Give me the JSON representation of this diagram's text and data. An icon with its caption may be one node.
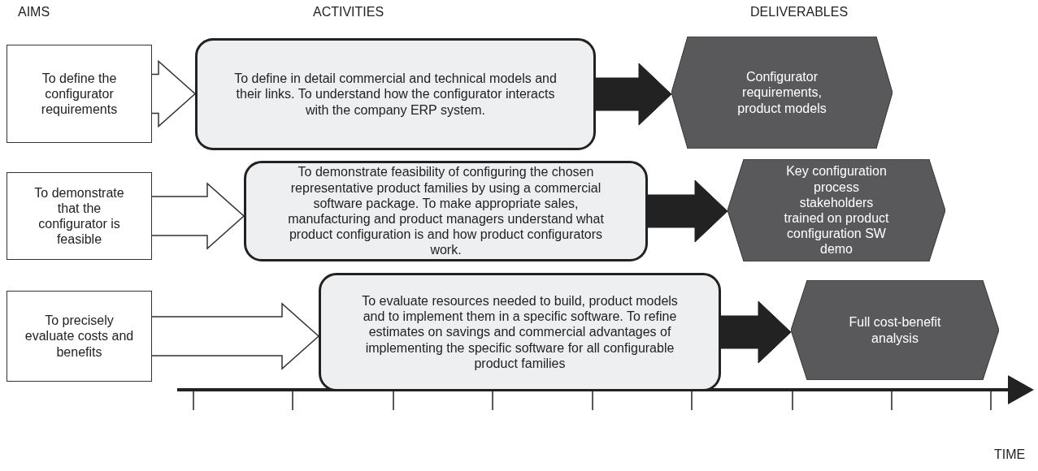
{
  "diagram": {
    "nodes": [
      {
        "text": [
          "To define the configurator requirements"
        ]
      },
      {
        "text": [
          "To demonstrate that the configurator is feasible"
        ]
      },
      {
        "text": [
          "To precisely evaluate costs and benefits"
        ]
      },
      {
        "text": [
          "To define in detail commercial and technical models and their links. To understand how the configurator interacts with the company ERP system."
        ]
      },
      {
        "text": [
          "To demonstrate feasibility of configuring the chosen representative product families by using a commercial software package. To make appropriate sales, manufacturing and product managers understand what product configuration is and how product configurators work."
        ]
      },
      {
        "text": [
          "To evaluate resources needed to build, product models and to implement them in a specific software. To refine estimates on savings and commercial advantages of implementing the specific software for all configurable product families"
        ]
      },
      {
        "text": [
          "Configurator requirements, product models"
        ]
      },
      {
        "text": [
          "Key configuration process stakeholders trained on product configuration SW demo"
        ]
      },
      {
        "text": [
          "Full cost-benefit analysis"
        ]
      }
    ],
    "edges": [
      {
        "from": 0,
        "to": 3,
        "arrow": "to"
      },
      {
        "from": 1,
        "to": 4,
        "arrow": "to"
      },
      {
        "from": 2,
        "to": 5,
        "arrow": "to"
      },
      {
        "from": 3,
        "to": 6,
        "arrow": "to",
        "style": "thick"
      },
      {
        "from": 4,
        "to": 7,
        "arrow": "to",
        "style": "thick"
      },
      {
        "from": 5,
        "to": 8,
        "arrow": "to",
        "style": "thick"
      }
    ],
    "labels": [
      "AIMS",
      "ACTIVITIES",
      "DELIVERABLES",
      "TIME"
    ]
  }
}
